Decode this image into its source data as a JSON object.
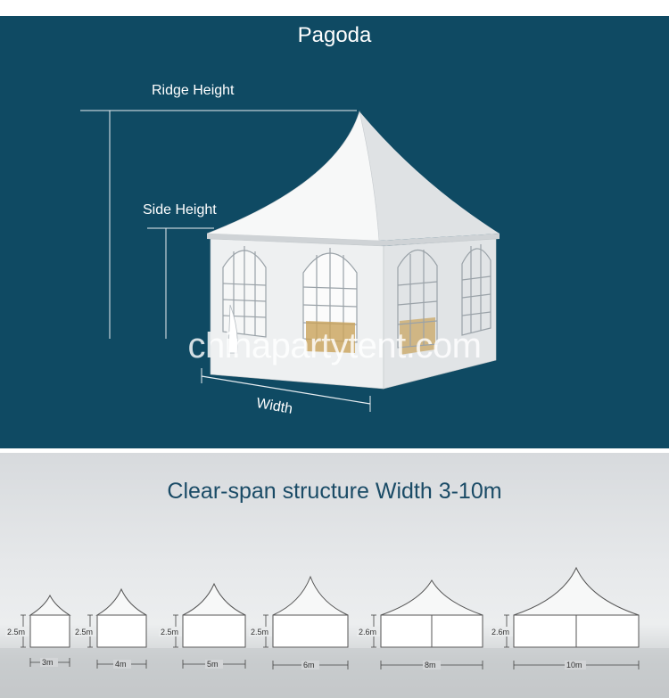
{
  "header": {
    "title": "Pagoda"
  },
  "dimensions": {
    "ridge_label": "Ridge Height",
    "side_label": "Side Height",
    "width_label": "Width"
  },
  "watermark": "chinapartytent.com",
  "subtitle": "Clear-span structure Width 3-10m",
  "sizes": [
    {
      "height": "2.5m",
      "width": "3m"
    },
    {
      "height": "2.5m",
      "width": "4m"
    },
    {
      "height": "2.5m",
      "width": "5m"
    },
    {
      "height": "2.5m",
      "width": "6m"
    },
    {
      "height": "2.6m",
      "width": "8m"
    },
    {
      "height": "2.6m",
      "width": "10m"
    }
  ],
  "colors": {
    "top_background": "#0f4a63",
    "tent": "#f4f5f6",
    "accent": "#1a4b66"
  }
}
